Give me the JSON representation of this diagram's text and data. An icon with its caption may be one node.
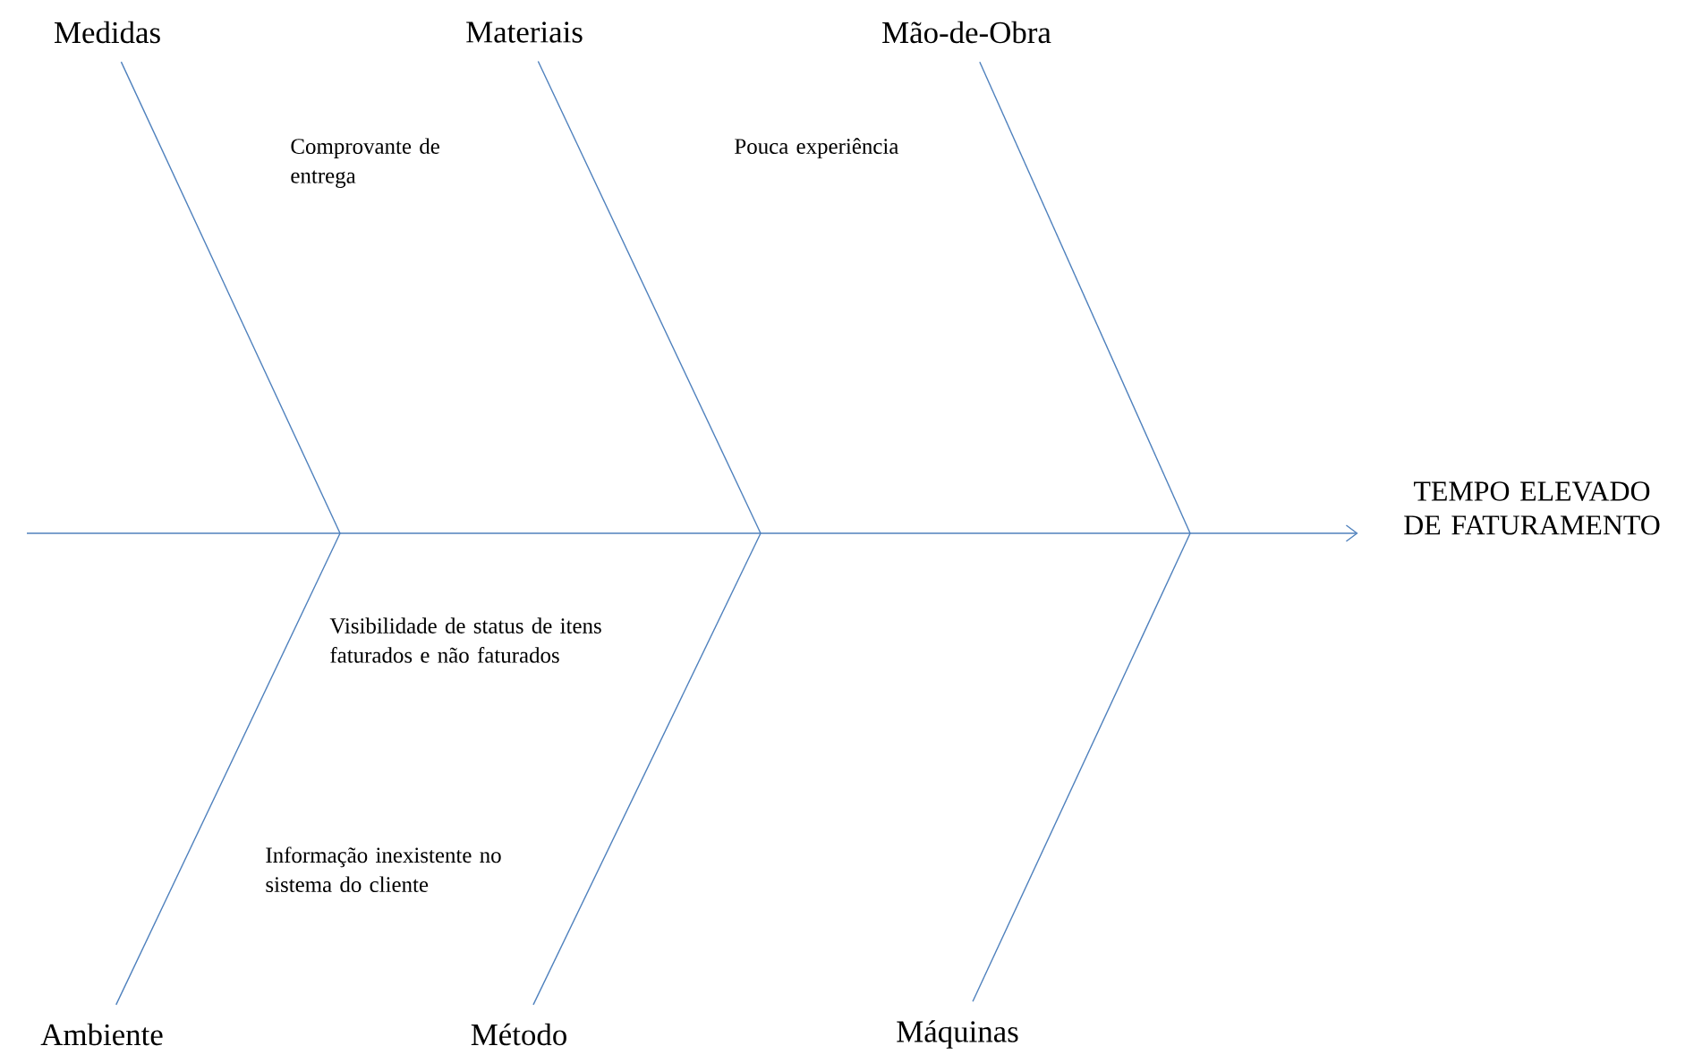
{
  "diagram": {
    "nodes": [
      {
        "text": [
          "Medidas"
        ]
      },
      {
        "text": [
          "Materiais"
        ]
      },
      {
        "text": [
          "Mão-de-Obra"
        ]
      },
      {
        "text": [
          "Ambiente"
        ]
      },
      {
        "text": [
          "Método"
        ]
      },
      {
        "text": [
          "Máquinas"
        ]
      },
      {
        "text": [
          "TEMPO ELEVADO DE FATURAMENTO"
        ]
      }
    ],
    "edges": [
      {
        "from": null,
        "to": 6,
        "arrow": "to"
      },
      {
        "from": 0,
        "to": null,
        "arrow": "none"
      },
      {
        "from": 1,
        "to": null,
        "arrow": "none"
      },
      {
        "from": 2,
        "to": null,
        "arrow": "none"
      },
      {
        "from": 3,
        "to": null,
        "arrow": "none"
      },
      {
        "from": 4,
        "to": null,
        "arrow": "none"
      },
      {
        "from": 5,
        "to": null,
        "arrow": "none"
      }
    ],
    "labels": [
      "Comprovante de entrega",
      "Pouca experiência",
      "Visibilidade de status de itens faturados e não faturados",
      "Informação inexistente no sistema do cliente"
    ]
  }
}
